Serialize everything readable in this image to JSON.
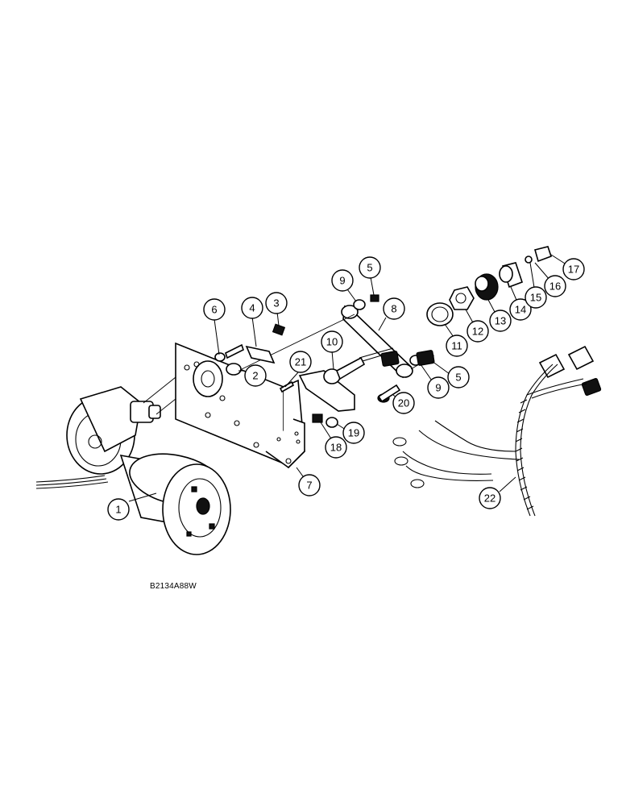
{
  "drawing_code": "B2134A88W",
  "callouts": [
    {
      "id": "callout-1",
      "label": "1"
    },
    {
      "id": "callout-2",
      "label": "2"
    },
    {
      "id": "callout-3",
      "label": "3"
    },
    {
      "id": "callout-4",
      "label": "4"
    },
    {
      "id": "callout-5a",
      "label": "5"
    },
    {
      "id": "callout-5b",
      "label": "5"
    },
    {
      "id": "callout-6",
      "label": "6"
    },
    {
      "id": "callout-7",
      "label": "7"
    },
    {
      "id": "callout-8",
      "label": "8"
    },
    {
      "id": "callout-9a",
      "label": "9"
    },
    {
      "id": "callout-9b",
      "label": "9"
    },
    {
      "id": "callout-10",
      "label": "10"
    },
    {
      "id": "callout-11",
      "label": "11"
    },
    {
      "id": "callout-12",
      "label": "12"
    },
    {
      "id": "callout-13",
      "label": "13"
    },
    {
      "id": "callout-14",
      "label": "14"
    },
    {
      "id": "callout-15",
      "label": "15"
    },
    {
      "id": "callout-16",
      "label": "16"
    },
    {
      "id": "callout-17",
      "label": "17"
    },
    {
      "id": "callout-18",
      "label": "18"
    },
    {
      "id": "callout-19",
      "label": "19"
    },
    {
      "id": "callout-20",
      "label": "20"
    },
    {
      "id": "callout-21",
      "label": "21"
    },
    {
      "id": "callout-22",
      "label": "22"
    }
  ]
}
